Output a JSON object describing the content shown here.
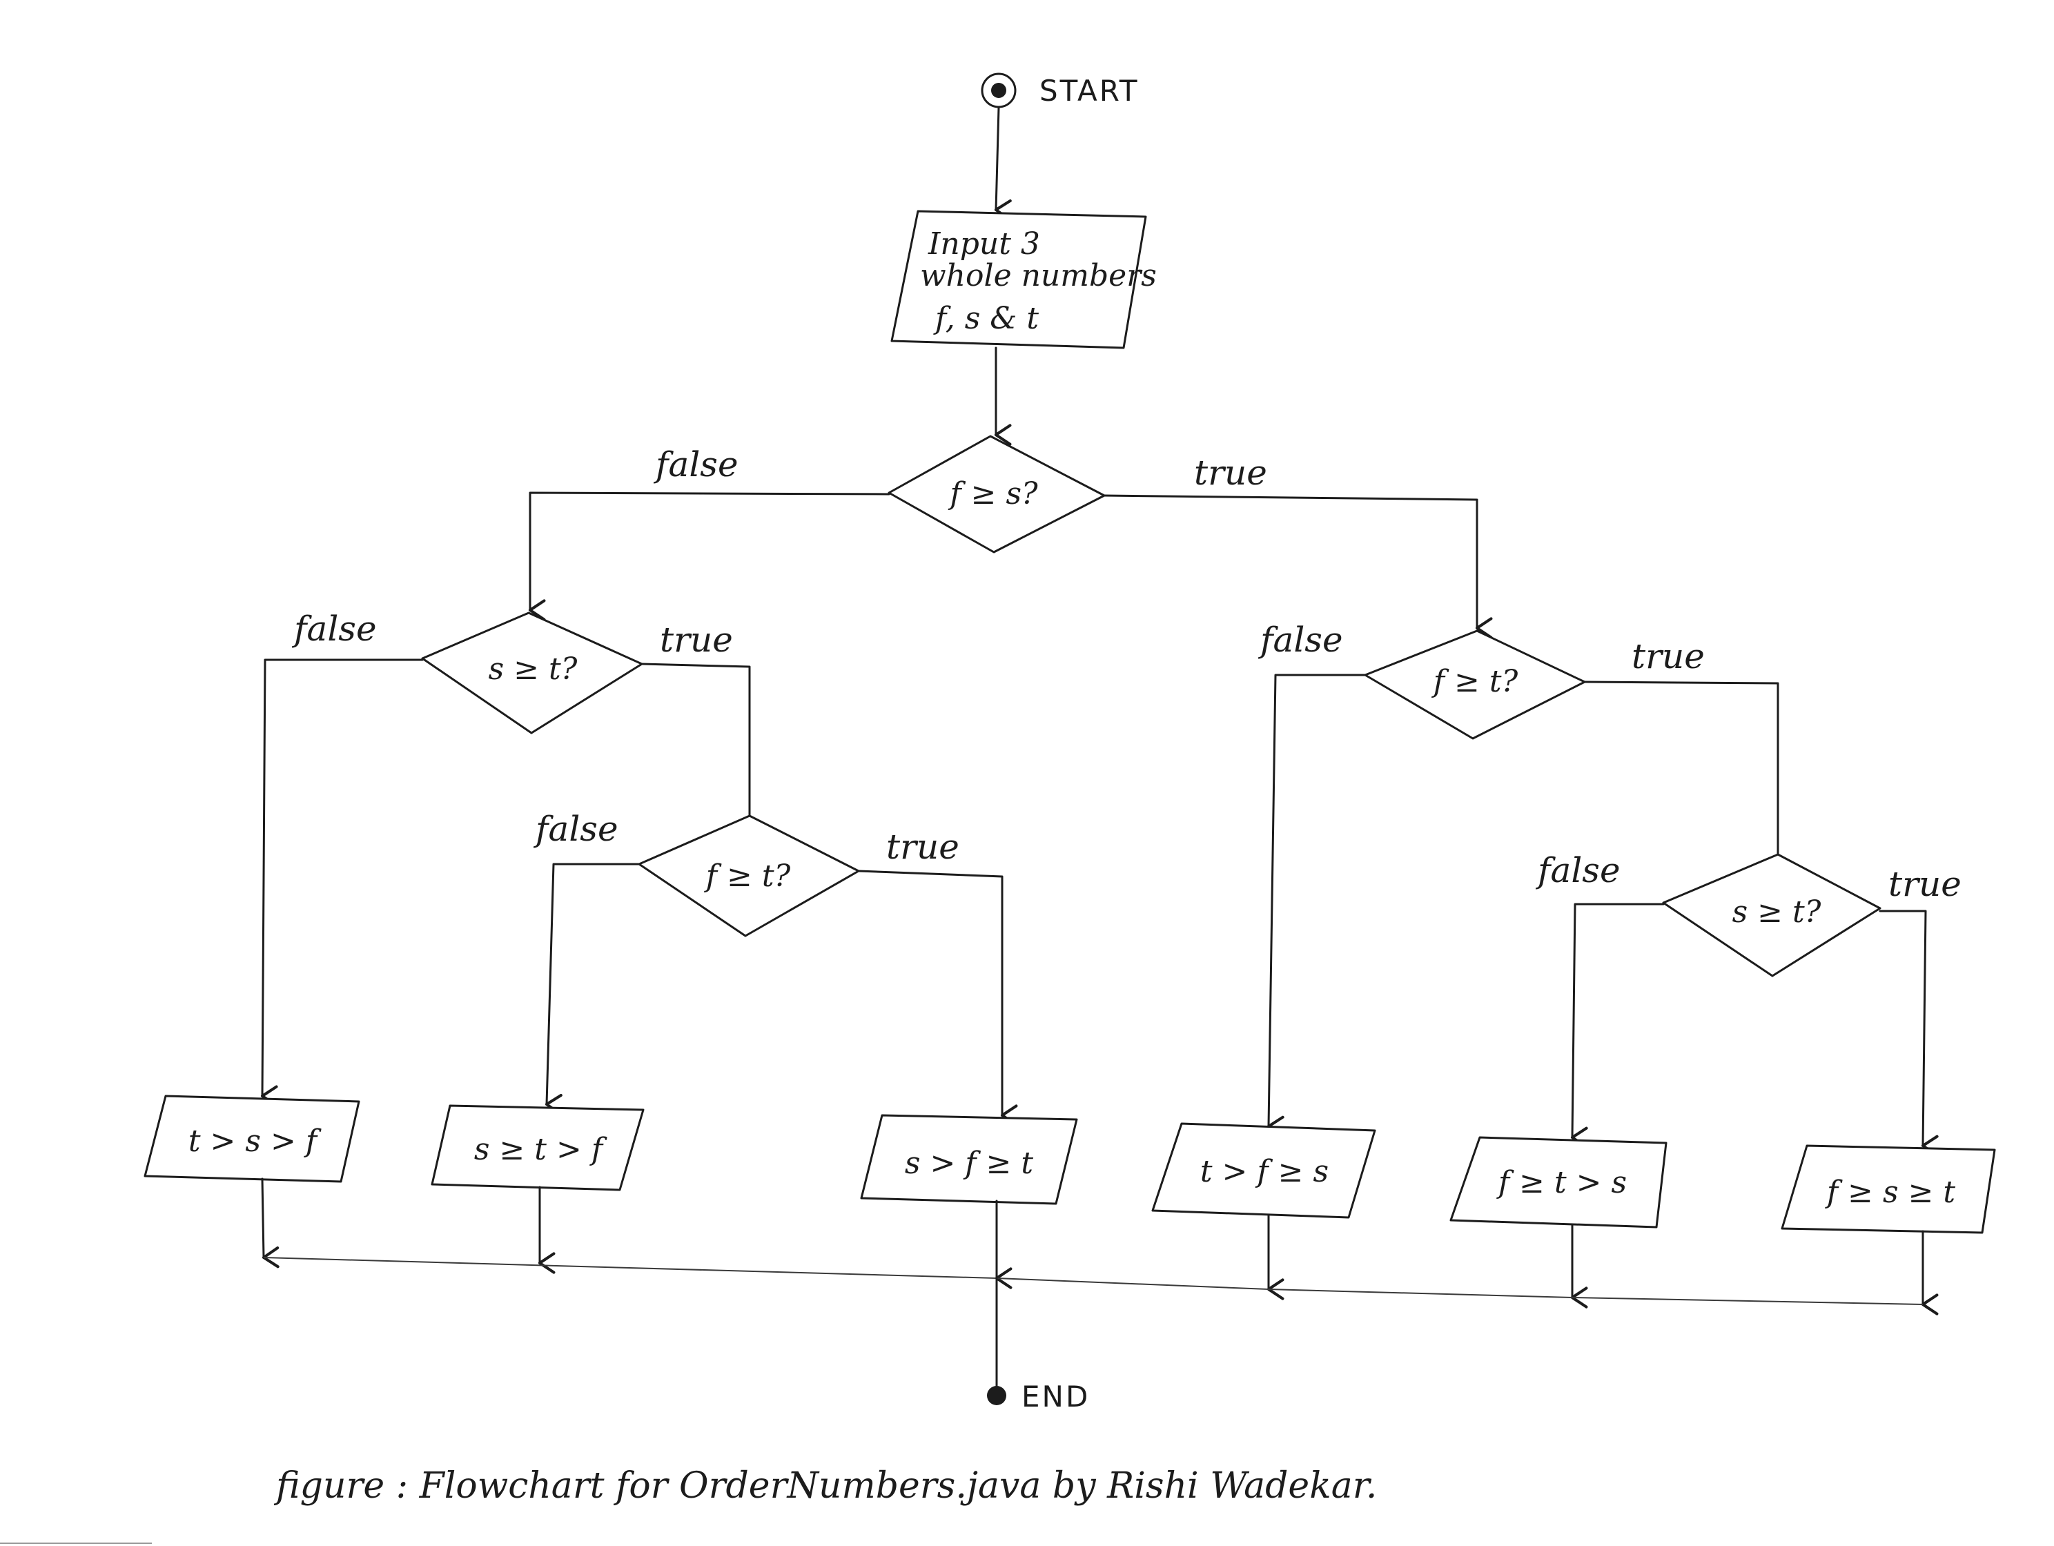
{
  "terminals": {
    "start": "START",
    "end": "END"
  },
  "input": {
    "line1": "Input  3",
    "line2": "whole numbers",
    "line3": "f, s & t"
  },
  "decisions": {
    "d1": "f ≥ s?",
    "d2": "s ≥ t?",
    "d3": "f ≥ t?",
    "d4": "f ≥ t?",
    "d5": "s ≥ t?"
  },
  "branch_labels": {
    "false": "false",
    "true": "true"
  },
  "outputs": {
    "o1": "t > s > f",
    "o2": "s ≥ t > f",
    "o3": "s > f ≥ t",
    "o4": "t > f ≥ s",
    "o5": "f ≥ t > s",
    "o6": "f ≥ s ≥ t"
  },
  "caption": "figure : Flowchart for OrderNumbers.java by Rishi Wadekar.",
  "colors": {
    "ink": "#1c1c1c",
    "paper": "#ffffff"
  }
}
